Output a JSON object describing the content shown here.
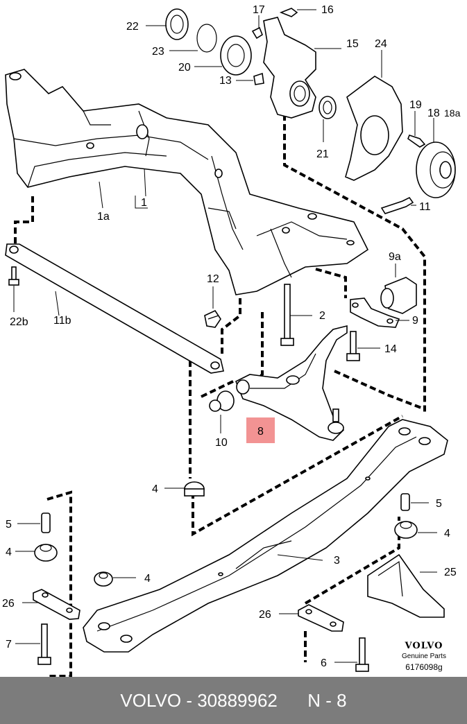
{
  "diagram": {
    "labels": {
      "l22": "22",
      "l23": "23",
      "l20": "20",
      "l17": "17",
      "l16": "16",
      "l15": "15",
      "l24": "24",
      "l13": "13",
      "l19": "19",
      "l18": "18",
      "l18a": "18a",
      "l21": "21",
      "l11": "11",
      "l1": "1",
      "l1a": "1a",
      "l9a": "9a",
      "l12": "12",
      "l2": "2",
      "l9": "9",
      "l22b": "22b",
      "l11b": "11b",
      "l14": "14",
      "l10": "10",
      "l8": "8",
      "l4a": "4",
      "l5a": "5",
      "l5b": "5",
      "l4b": "4",
      "l4c": "4",
      "l4d": "4",
      "l3": "3",
      "l25": "25",
      "l26a": "26",
      "l26b": "26",
      "l7": "7",
      "l6": "6"
    },
    "highlight_color": "#f08080"
  },
  "brand": {
    "logo": "VOLVO",
    "subtitle": "Genuine Parts",
    "diagram_number": "6176098g"
  },
  "footer": {
    "make": "VOLVO",
    "separator": " - ",
    "part_number": "30889962",
    "position": "N - 8",
    "background_color": "#7c7c7c"
  }
}
